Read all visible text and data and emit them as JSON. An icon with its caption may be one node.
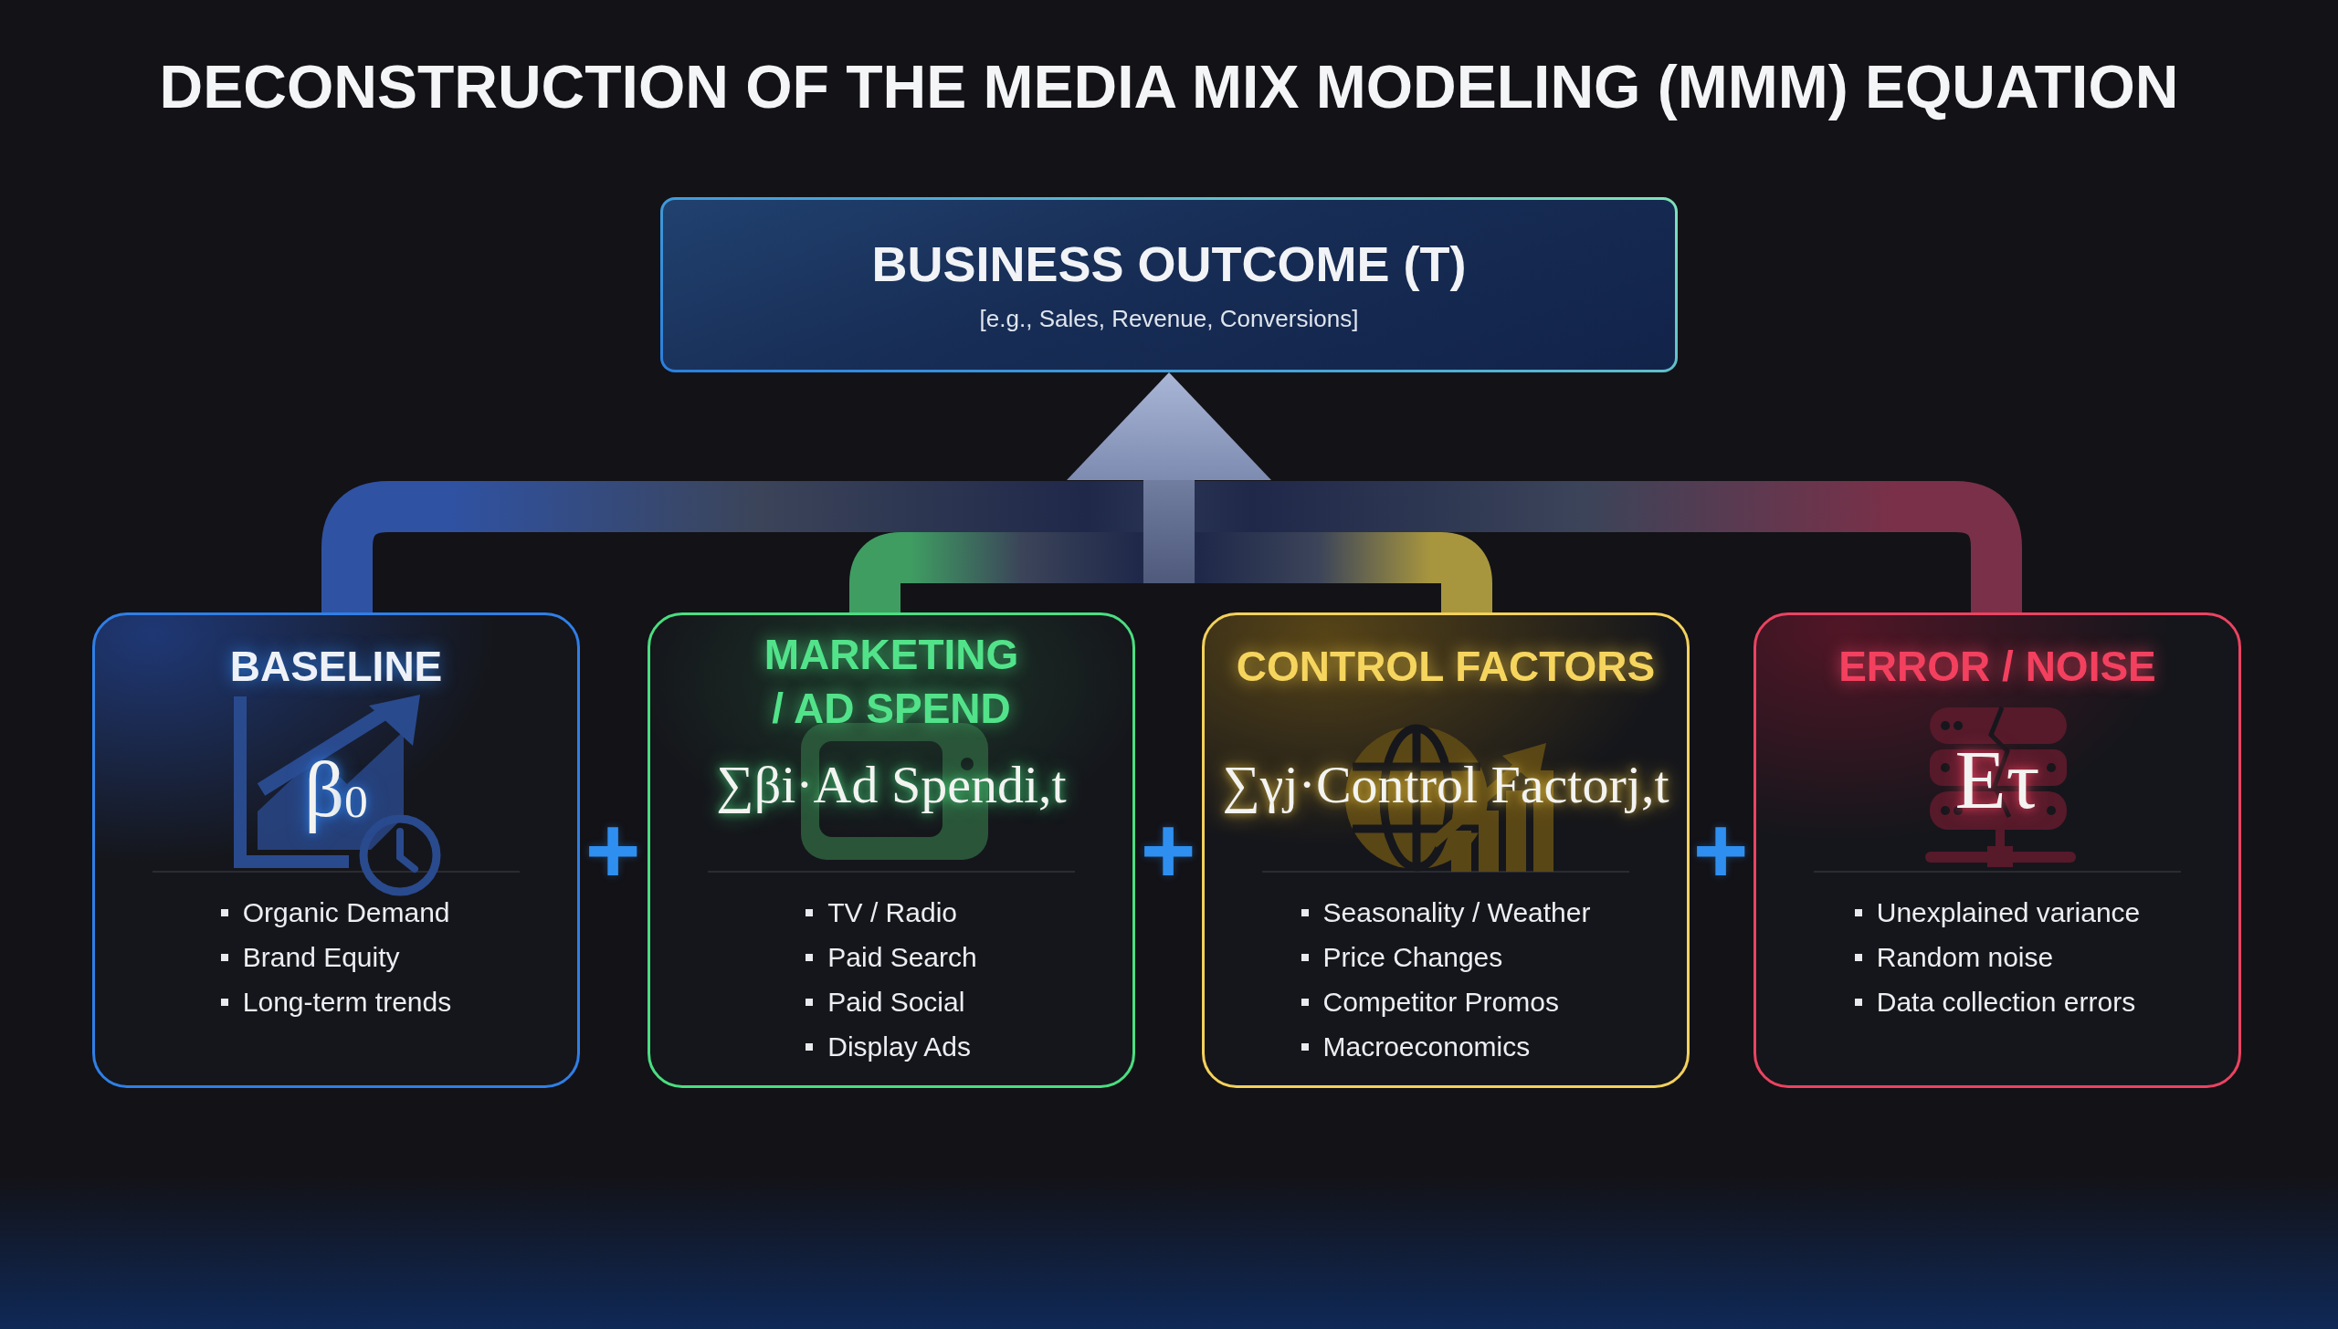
{
  "diagram": {
    "title": "DECONSTRUCTION OF THE MEDIA MIX MODELING (MMM) EQUATION",
    "nodes": [
      {
        "text": [
          "BUSINESS OUTCOME (T)",
          "[e.g., Sales, Revenue, Conversions]"
        ]
      },
      {
        "text": [
          "BASELINE",
          "β$_{0}$",
          "Organic Demand",
          "Brand Equity",
          "Long-term trends"
        ]
      },
      {
        "text": [
          "MARKETING / AD SPEND",
          "∑βi·Ad Spendi,t",
          "TV / Radio",
          "Paid Search",
          "Paid Social",
          "Display Ads"
        ]
      },
      {
        "text": [
          "CONTROL FACTORS",
          "∑γj·Control Factorj,t",
          "Seasonality / Weather",
          "Price Changes",
          "Competitor Promos",
          "Macroeconomics"
        ]
      },
      {
        "text": [
          "ERROR / NOISE",
          "Eτ",
          "Unexplained variance",
          "Random noise",
          "Data collection errors"
        ]
      }
    ],
    "edges": [
      {
        "from": 1,
        "to": 0,
        "arrow": "to"
      },
      {
        "from": 2,
        "to": 0,
        "arrow": "to"
      },
      {
        "from": 3,
        "to": 0,
        "arrow": "to"
      },
      {
        "from": 4,
        "to": 0,
        "arrow": "to"
      }
    ],
    "labels": [
      "+",
      "+",
      "+"
    ]
  }
}
